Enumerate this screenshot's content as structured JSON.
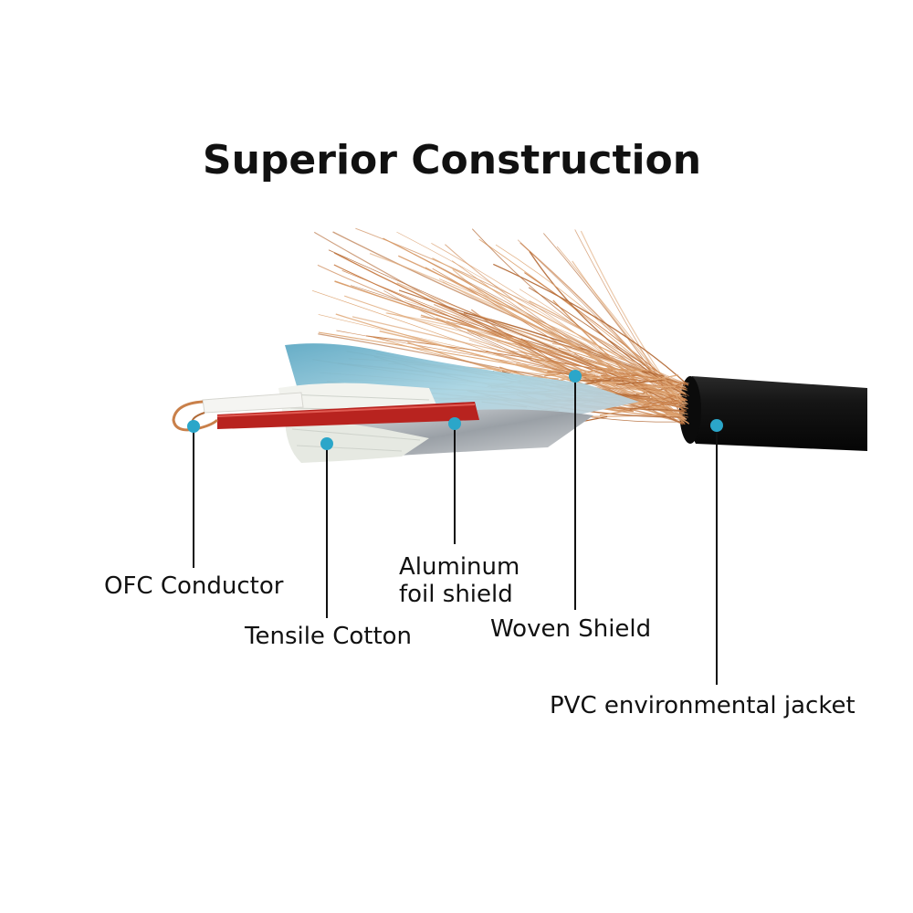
{
  "title": "Superior Construction",
  "colors": {
    "marker": "#2ba6c9",
    "leader_line": "#111111",
    "copper": "#c9804a",
    "jacket": "#151515",
    "conductor_red": "#b8231f",
    "foil_blue": "#7fb9cf",
    "cotton": "#eef0ea"
  },
  "callouts": [
    {
      "id": "ofc-conductor",
      "label": "OFC Conductor"
    },
    {
      "id": "tensile-cotton",
      "label": "Tensile Cotton"
    },
    {
      "id": "aluminum-foil-shield",
      "label_lines": [
        "Aluminum",
        "foil shield"
      ]
    },
    {
      "id": "woven-shield",
      "label": "Woven Shield"
    },
    {
      "id": "pvc-jacket",
      "label": "PVC environmental jacket"
    }
  ]
}
